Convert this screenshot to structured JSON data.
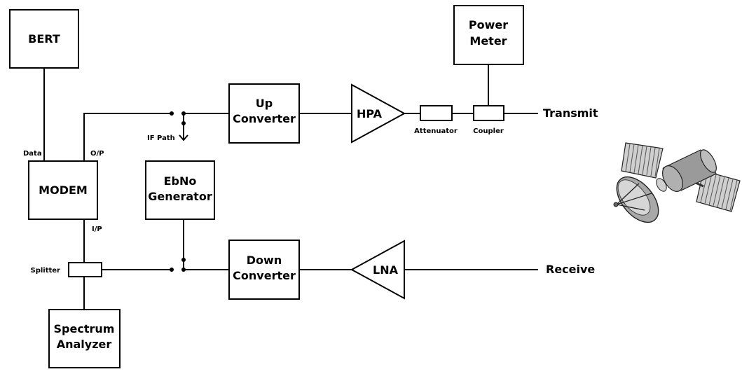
{
  "blocks": {
    "bert": "BERT",
    "modem": "MODEM",
    "up_converter": [
      "Up",
      "Converter"
    ],
    "down_converter": [
      "Down",
      "Converter"
    ],
    "ebno_generator": [
      "EbNo",
      "Generator"
    ],
    "power_meter": [
      "Power",
      "Meter"
    ],
    "spectrum_analyzer": [
      "Spectrum",
      "Analyzer"
    ],
    "hpa": "HPA",
    "lna": "LNA"
  },
  "small_labels": {
    "data": "Data",
    "op": "O/P",
    "ip": "I/P",
    "if_path": "IF Path",
    "splitter": "Splitter",
    "attenuator": "Attenuator",
    "coupler": "Coupler"
  },
  "ports": {
    "transmit": "Transmit",
    "receive": "Receive"
  },
  "icons": [
    "satellite-icon"
  ]
}
